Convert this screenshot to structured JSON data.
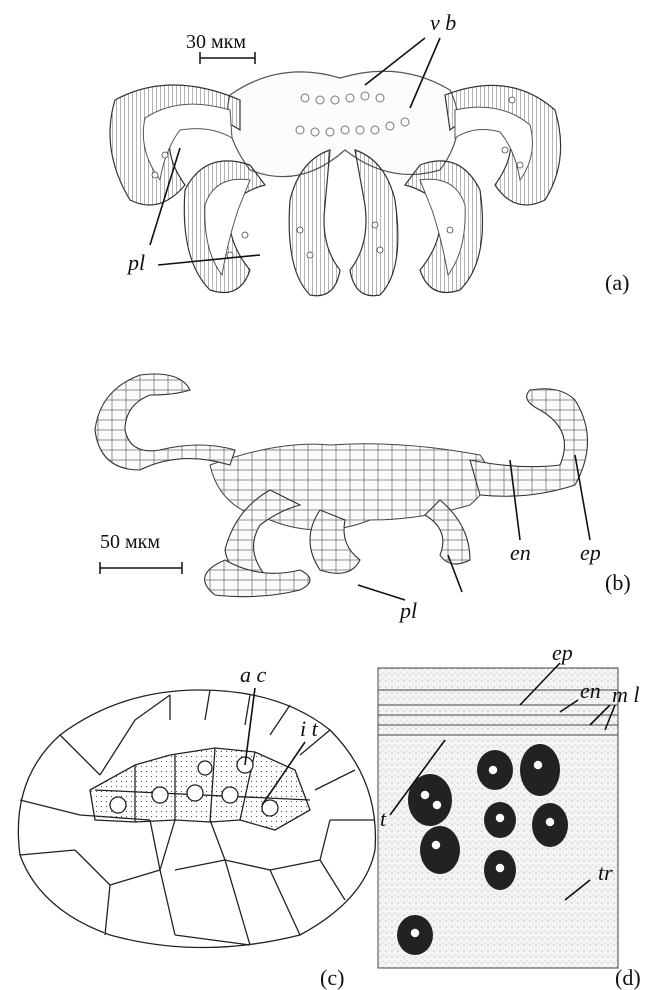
{
  "panels": {
    "a": {
      "id": "(a)",
      "scale": "30 мкм",
      "labels": {
        "vb": "v b",
        "pl": "pl"
      }
    },
    "b": {
      "id": "(b)",
      "scale": "50 мкм",
      "labels": {
        "pl": "pl",
        "en": "en",
        "ep": "ep"
      }
    },
    "c": {
      "id": "(c)",
      "labels": {
        "ac": "a c",
        "it": "i t"
      }
    },
    "d": {
      "id": "(d)",
      "labels": {
        "ep": "ep",
        "en": "en",
        "ml": "m l",
        "t": "t",
        "tr": "tr"
      }
    }
  }
}
